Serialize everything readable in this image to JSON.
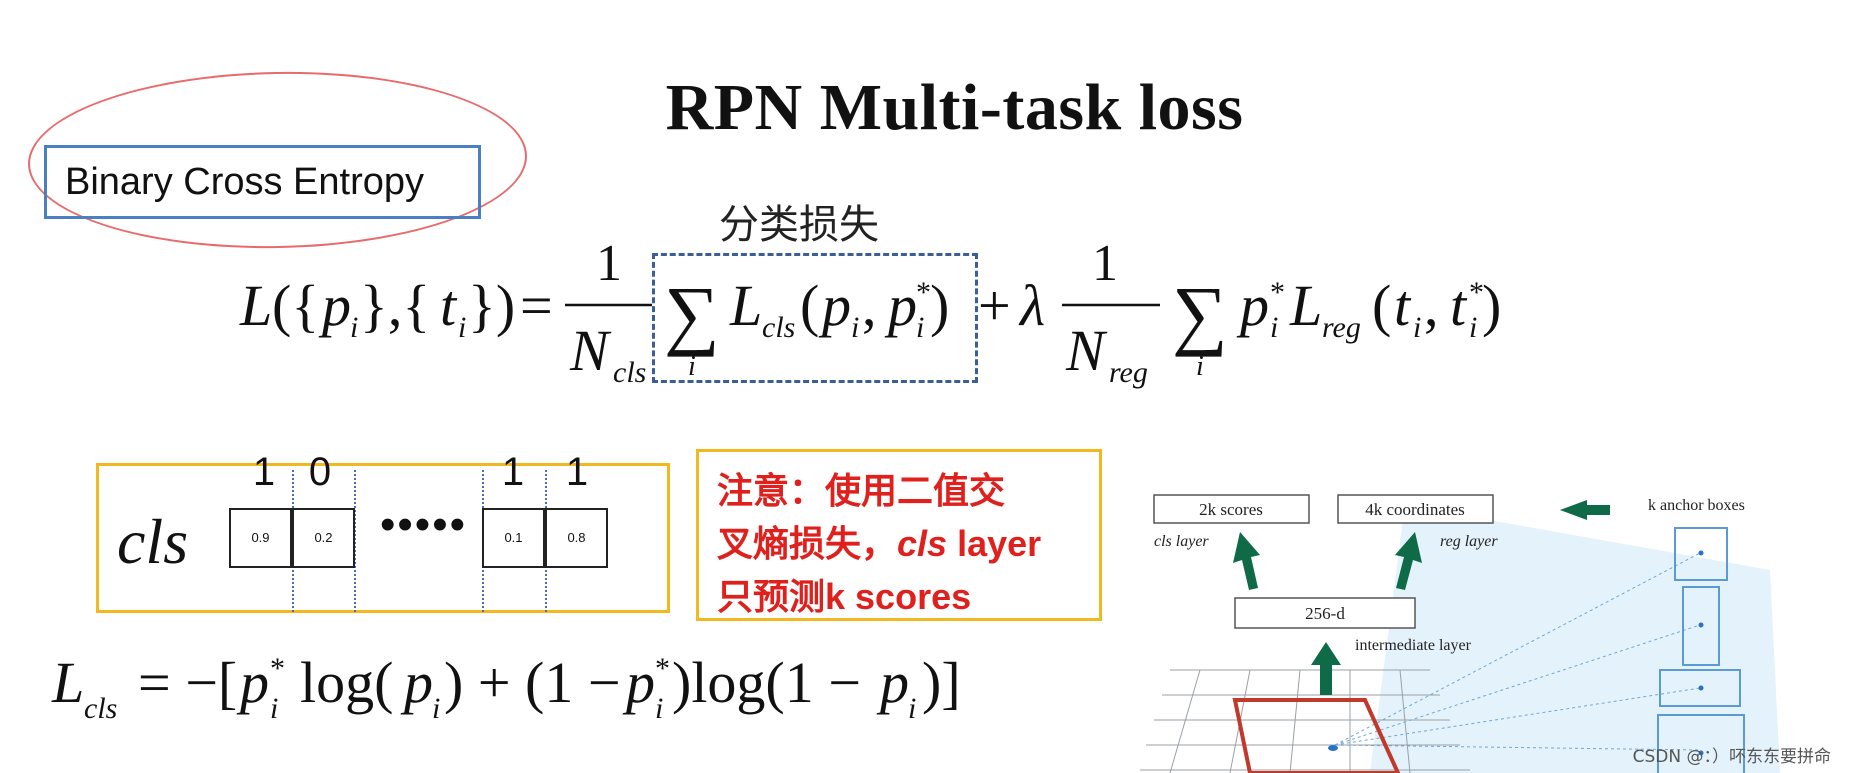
{
  "slide": {
    "title": "RPN Multi-task loss",
    "binary_box_label": "Binary Cross Entropy",
    "cn_classification_label": "分类损失"
  },
  "loss_formula": {
    "lhs": "L({p",
    "i": "i",
    "sum_symbol": "∑",
    "one": "1",
    "n_cls": "N",
    "cls_sub": "cls",
    "reg_sub": "reg",
    "lambda": "λ",
    "plus": "+",
    "equals": "=",
    "star": "*"
  },
  "cls_panel": {
    "label": "cls",
    "bits": [
      "1",
      "0",
      "1",
      "1"
    ],
    "cells": [
      "0.9",
      "0.2",
      "0.1",
      "0.8"
    ],
    "ellipsis": "•••••"
  },
  "note": {
    "line1": "注意：使用二值交",
    "line2_cn": "叉熵损失，",
    "line2_em": "cls",
    "line2_tail": " layer",
    "line3_cn": "只预测",
    "line3_tail": "k scores"
  },
  "diagram": {
    "scores_label": "2k scores",
    "coords_label": "4k coordinates",
    "anchor_label": "k anchor boxes",
    "cls_layer_label": "cls layer",
    "reg_layer_label": "reg layer",
    "d256_label": "256-d",
    "intermediate_label": "intermediate layer"
  },
  "colors": {
    "ellipse": "#e86a6a",
    "blue_box": "#4a7fc1",
    "yellow_box": "#f2b81f",
    "note_text": "#e0201d",
    "arrow_green": "#0f6a47",
    "window_red": "#c0392b",
    "light_blue": "#dbeef9"
  },
  "watermark": "CSDN @：）吥东东要拼命"
}
